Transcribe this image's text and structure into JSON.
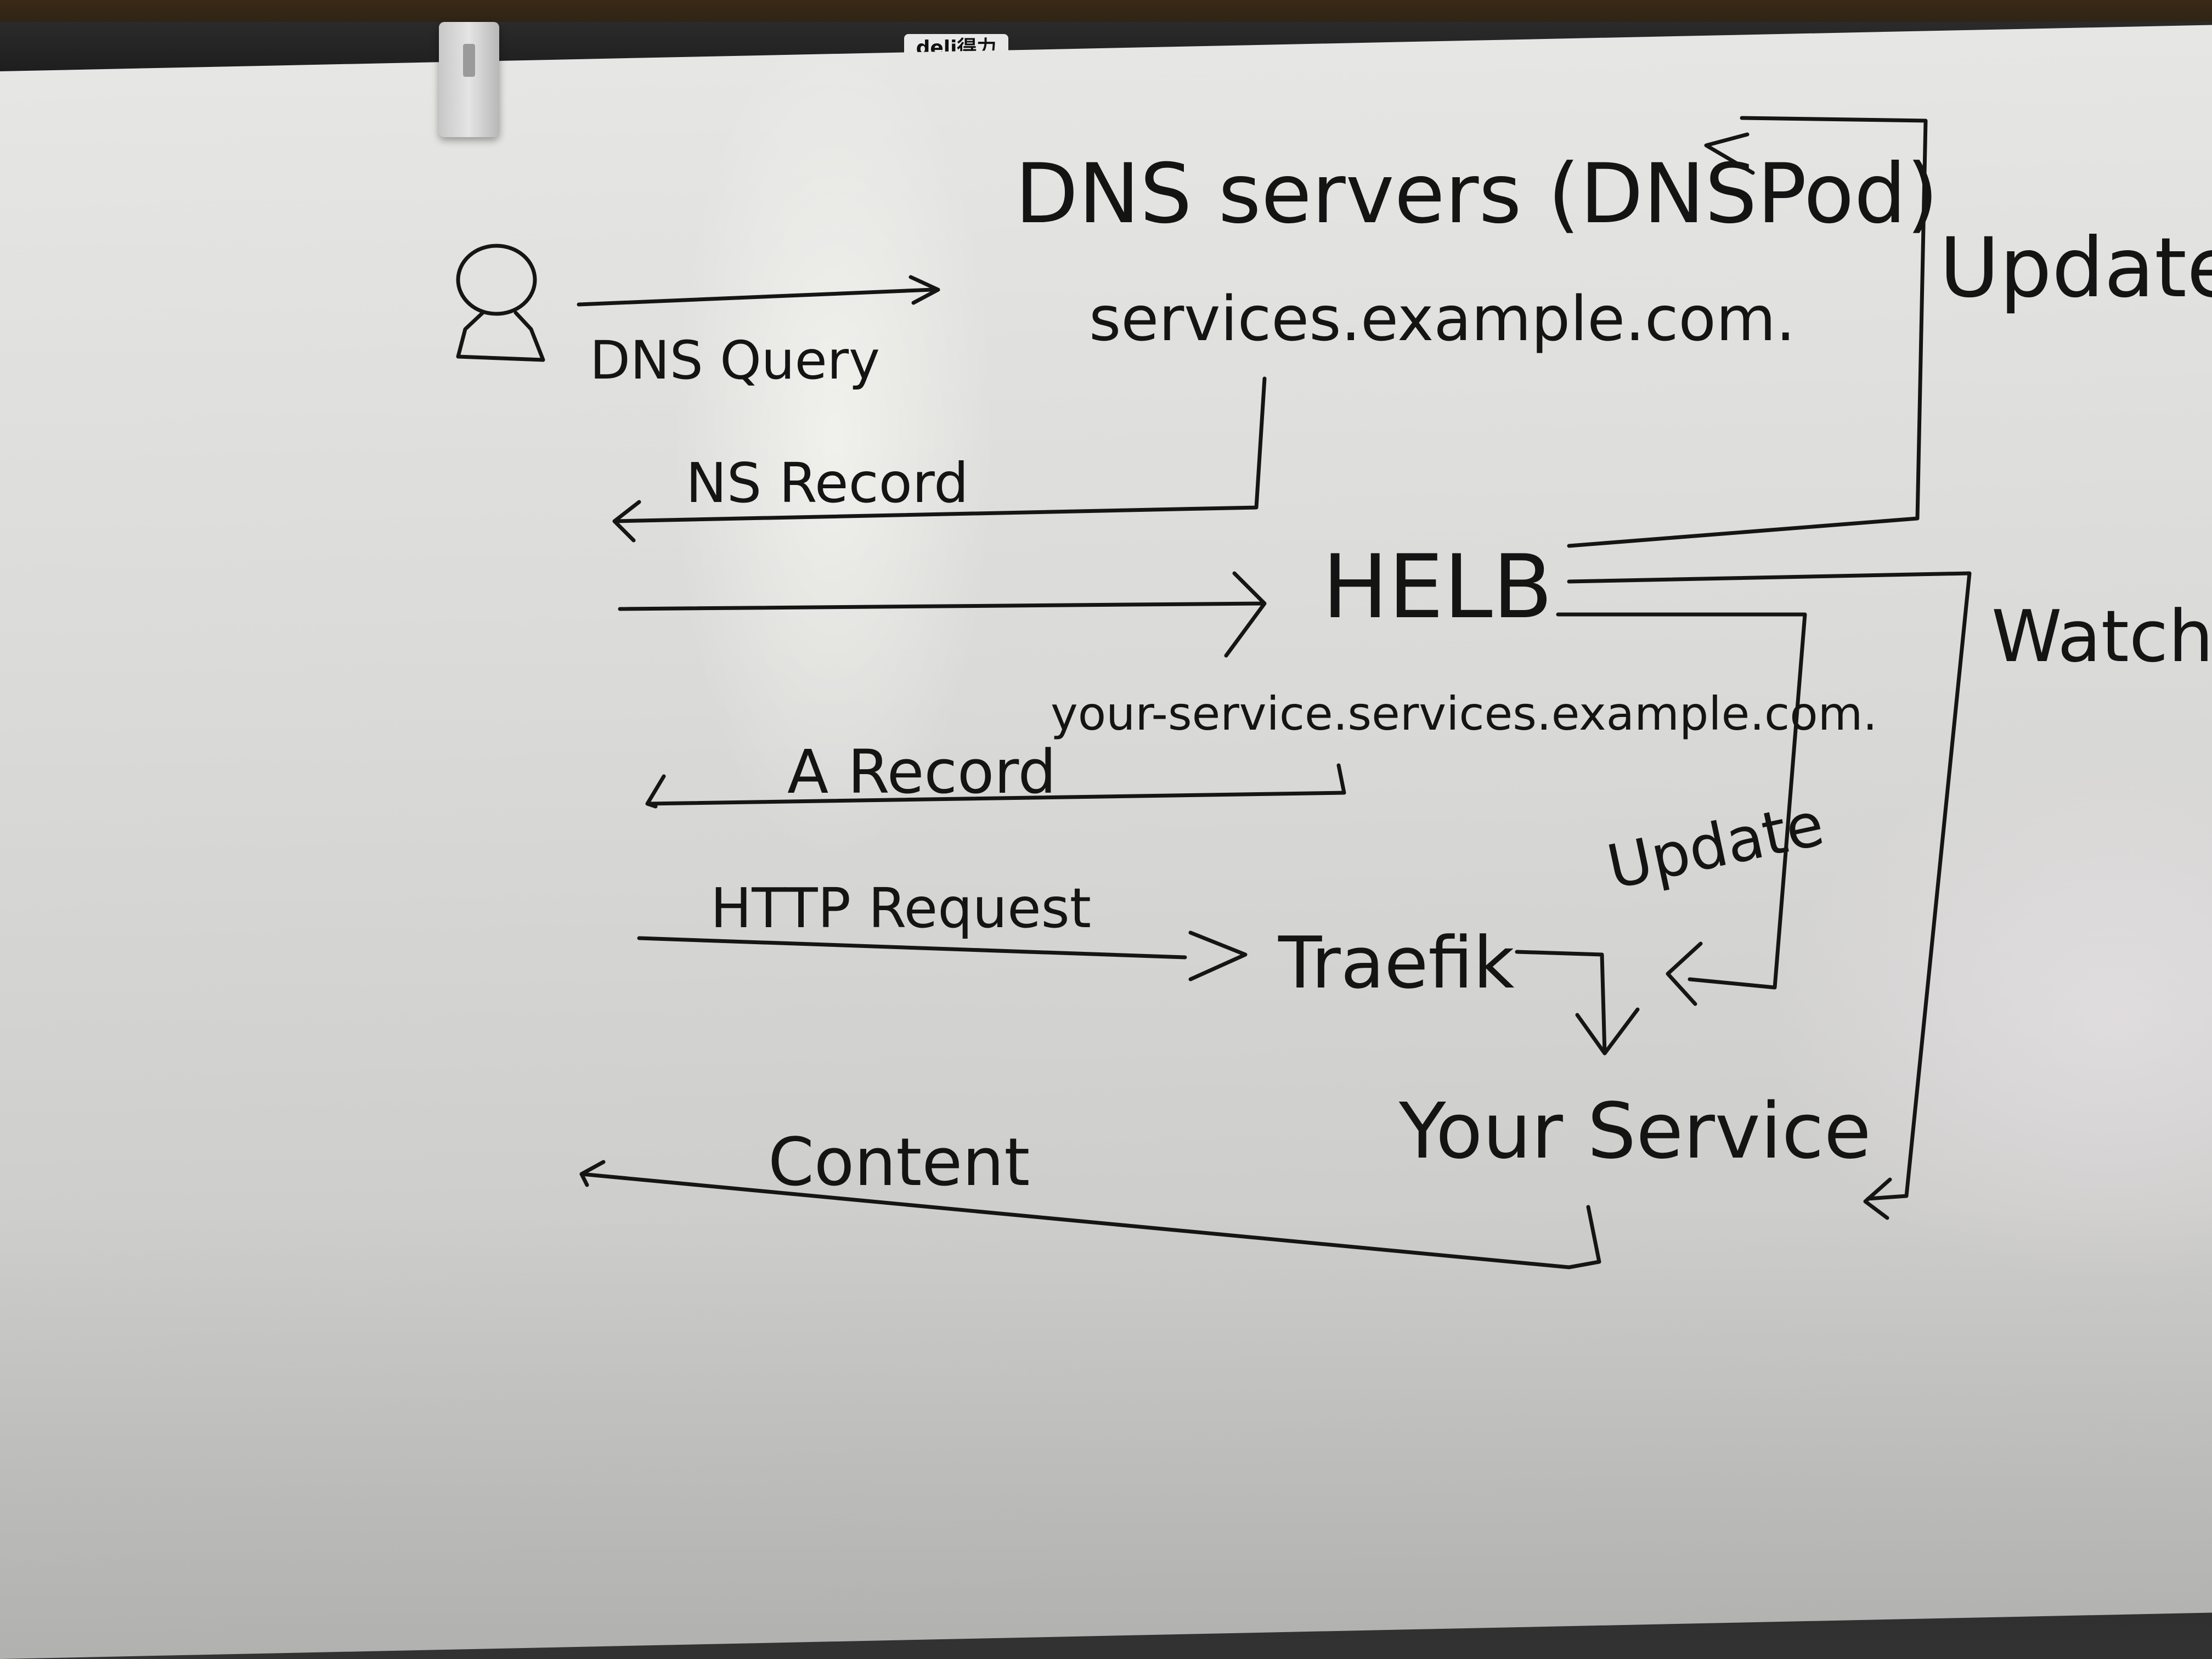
{
  "brand": {
    "label": "deli得力"
  },
  "nodes": {
    "dns_servers": {
      "title": "DNS servers (DNSPod)",
      "domain": "services.example.com."
    },
    "helb": {
      "title": "HELB",
      "domain": "your-service.services.example.com."
    },
    "traefik": {
      "title": "Traefik"
    },
    "your_service": {
      "title": "Your Service"
    }
  },
  "edges": {
    "dns_query": "DNS Query",
    "ns_record": "NS Record",
    "a_record": "A Record",
    "http_request": "HTTP Request",
    "content": "Content",
    "update_dns": "Update",
    "update_traefik": "Update",
    "watch": "Watch"
  },
  "colors": {
    "ink": "#151515",
    "board": "#dcdcda",
    "frame": "#1b1b1b"
  },
  "icons": {
    "user": "person-icon"
  }
}
